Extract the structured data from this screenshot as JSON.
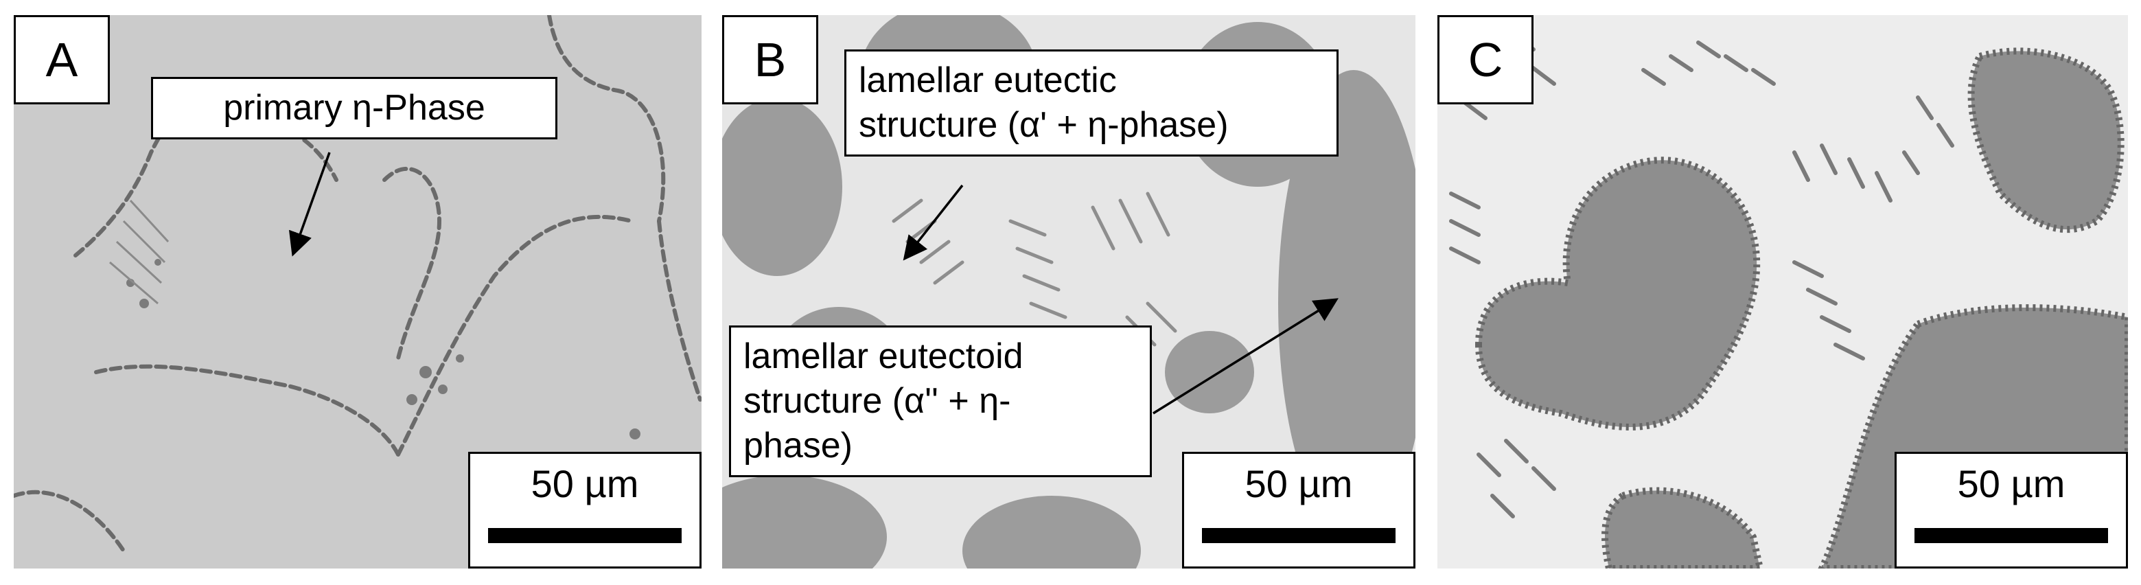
{
  "panels": [
    {
      "letter": "A",
      "annotations": [
        "primary η-Phase"
      ],
      "scale_label": "50 µm"
    },
    {
      "letter": "B",
      "annotations": [
        "lamellar eutectic structure (α' + η-phase)",
        "lamellar eutectoid structure (α'' + η-phase)"
      ],
      "annotation_lines": {
        "eutectic": [
          "lamellar eutectic",
          "structure (α' + η-phase)"
        ],
        "eutectoid": [
          "lamellar eutectoid",
          "structure (α'' + η-",
          "phase)"
        ]
      },
      "scale_label": "50 µm"
    },
    {
      "letter": "C",
      "annotations": [],
      "scale_label": "50 µm"
    }
  ],
  "colors": {
    "panel_a_background": "#cbcbcb",
    "panel_b_light_phase": "#e6e6e6",
    "panel_b_dark_phase": "#9c9c9c",
    "panel_c_light_phase": "#ededed",
    "panel_c_dark_phase": "#8e8e8e",
    "ink": "#000000"
  }
}
